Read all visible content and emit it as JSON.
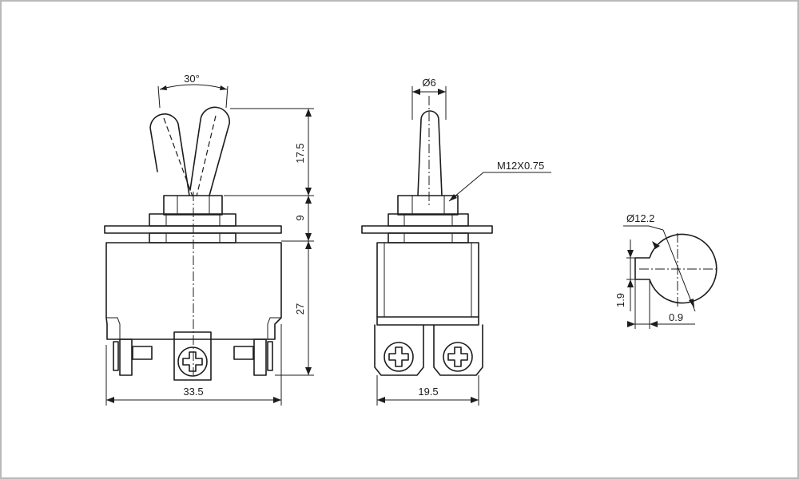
{
  "dimensions": {
    "angle": "30°",
    "lever_height": "17.5",
    "bushing_height": "9",
    "body_height": "27",
    "body_width": "33.5",
    "lever_diameter": "Ø6",
    "thread": "M12X0.75",
    "side_width": "19.5",
    "hole_diameter": "Ø12.2",
    "key_height": "1.9",
    "key_depth": "0.9"
  },
  "colors": {
    "line": "#1c1c1c",
    "frame": "#b9b9b9",
    "background": "#ffffff"
  }
}
